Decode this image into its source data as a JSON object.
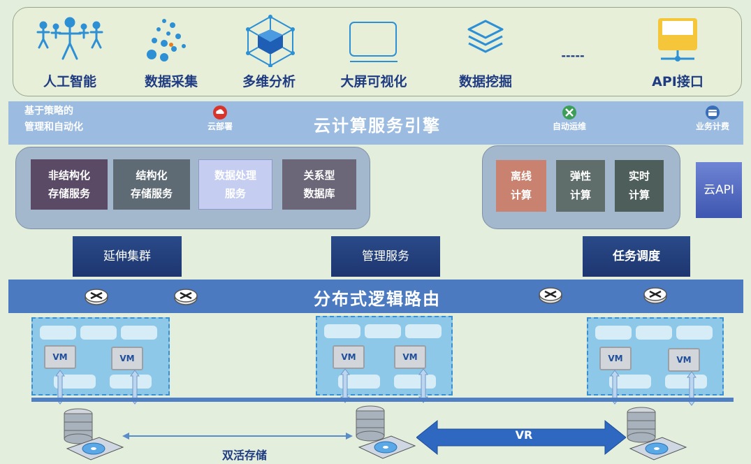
{
  "top_apps": [
    {
      "label": "人工智能",
      "icon": "people-network-icon"
    },
    {
      "label": "数据采集",
      "icon": "data-dots-icon"
    },
    {
      "label": "多维分析",
      "icon": "cube-network-icon"
    },
    {
      "label": "大屏可视化",
      "icon": "monitor-icon"
    },
    {
      "label": "数据挖掘",
      "icon": "layers-icon"
    },
    {
      "label": "-----",
      "icon": ""
    },
    {
      "label": "API接口",
      "icon": "folder-network-icon"
    }
  ],
  "engine": {
    "title": "云计算服务引擎",
    "policy_line1": "基于策略的",
    "policy_line2": "管理和自动化",
    "items": [
      {
        "label": "云部署",
        "icon": "cloud-deploy-icon"
      },
      {
        "label": "自动运维",
        "icon": "tools-icon"
      },
      {
        "label": "业务计费",
        "icon": "billing-icon"
      }
    ]
  },
  "storage_services": [
    {
      "line1": "非结构化",
      "line2": "存储服务",
      "color": "#5a4a66"
    },
    {
      "line1": "结构化",
      "line2": "存储服务",
      "color": "#5e6a74"
    },
    {
      "line1": "数据处理",
      "line2": "服务",
      "color": "#c5cdf0"
    },
    {
      "line1": "关系型",
      "line2": "数据库",
      "color": "#6b6678"
    }
  ],
  "compute_services": [
    {
      "line1": "离线",
      "line2": "计算",
      "color": "#c9826f"
    },
    {
      "line1": "弹性",
      "line2": "计算",
      "color": "#5f6e6a"
    },
    {
      "line1": "实时",
      "line2": "计算",
      "color": "#4e5e5a"
    }
  ],
  "cloud_api": "云API",
  "mid_services": [
    {
      "label": "延伸集群"
    },
    {
      "label": "管理服务"
    },
    {
      "label": "任务调度"
    }
  ],
  "router_band": "分布式逻辑路由",
  "vm_label": "VM",
  "storage_bottom": {
    "dual_active": "双活存储",
    "vr": "VR"
  },
  "colors": {
    "background": "#e3eedd",
    "top_bar": "#e8efd9",
    "engine_band": "#9bbbe0",
    "router_band": "#4b7ac0",
    "navy": "#1d3670",
    "label_blue": "#1f3b82"
  }
}
